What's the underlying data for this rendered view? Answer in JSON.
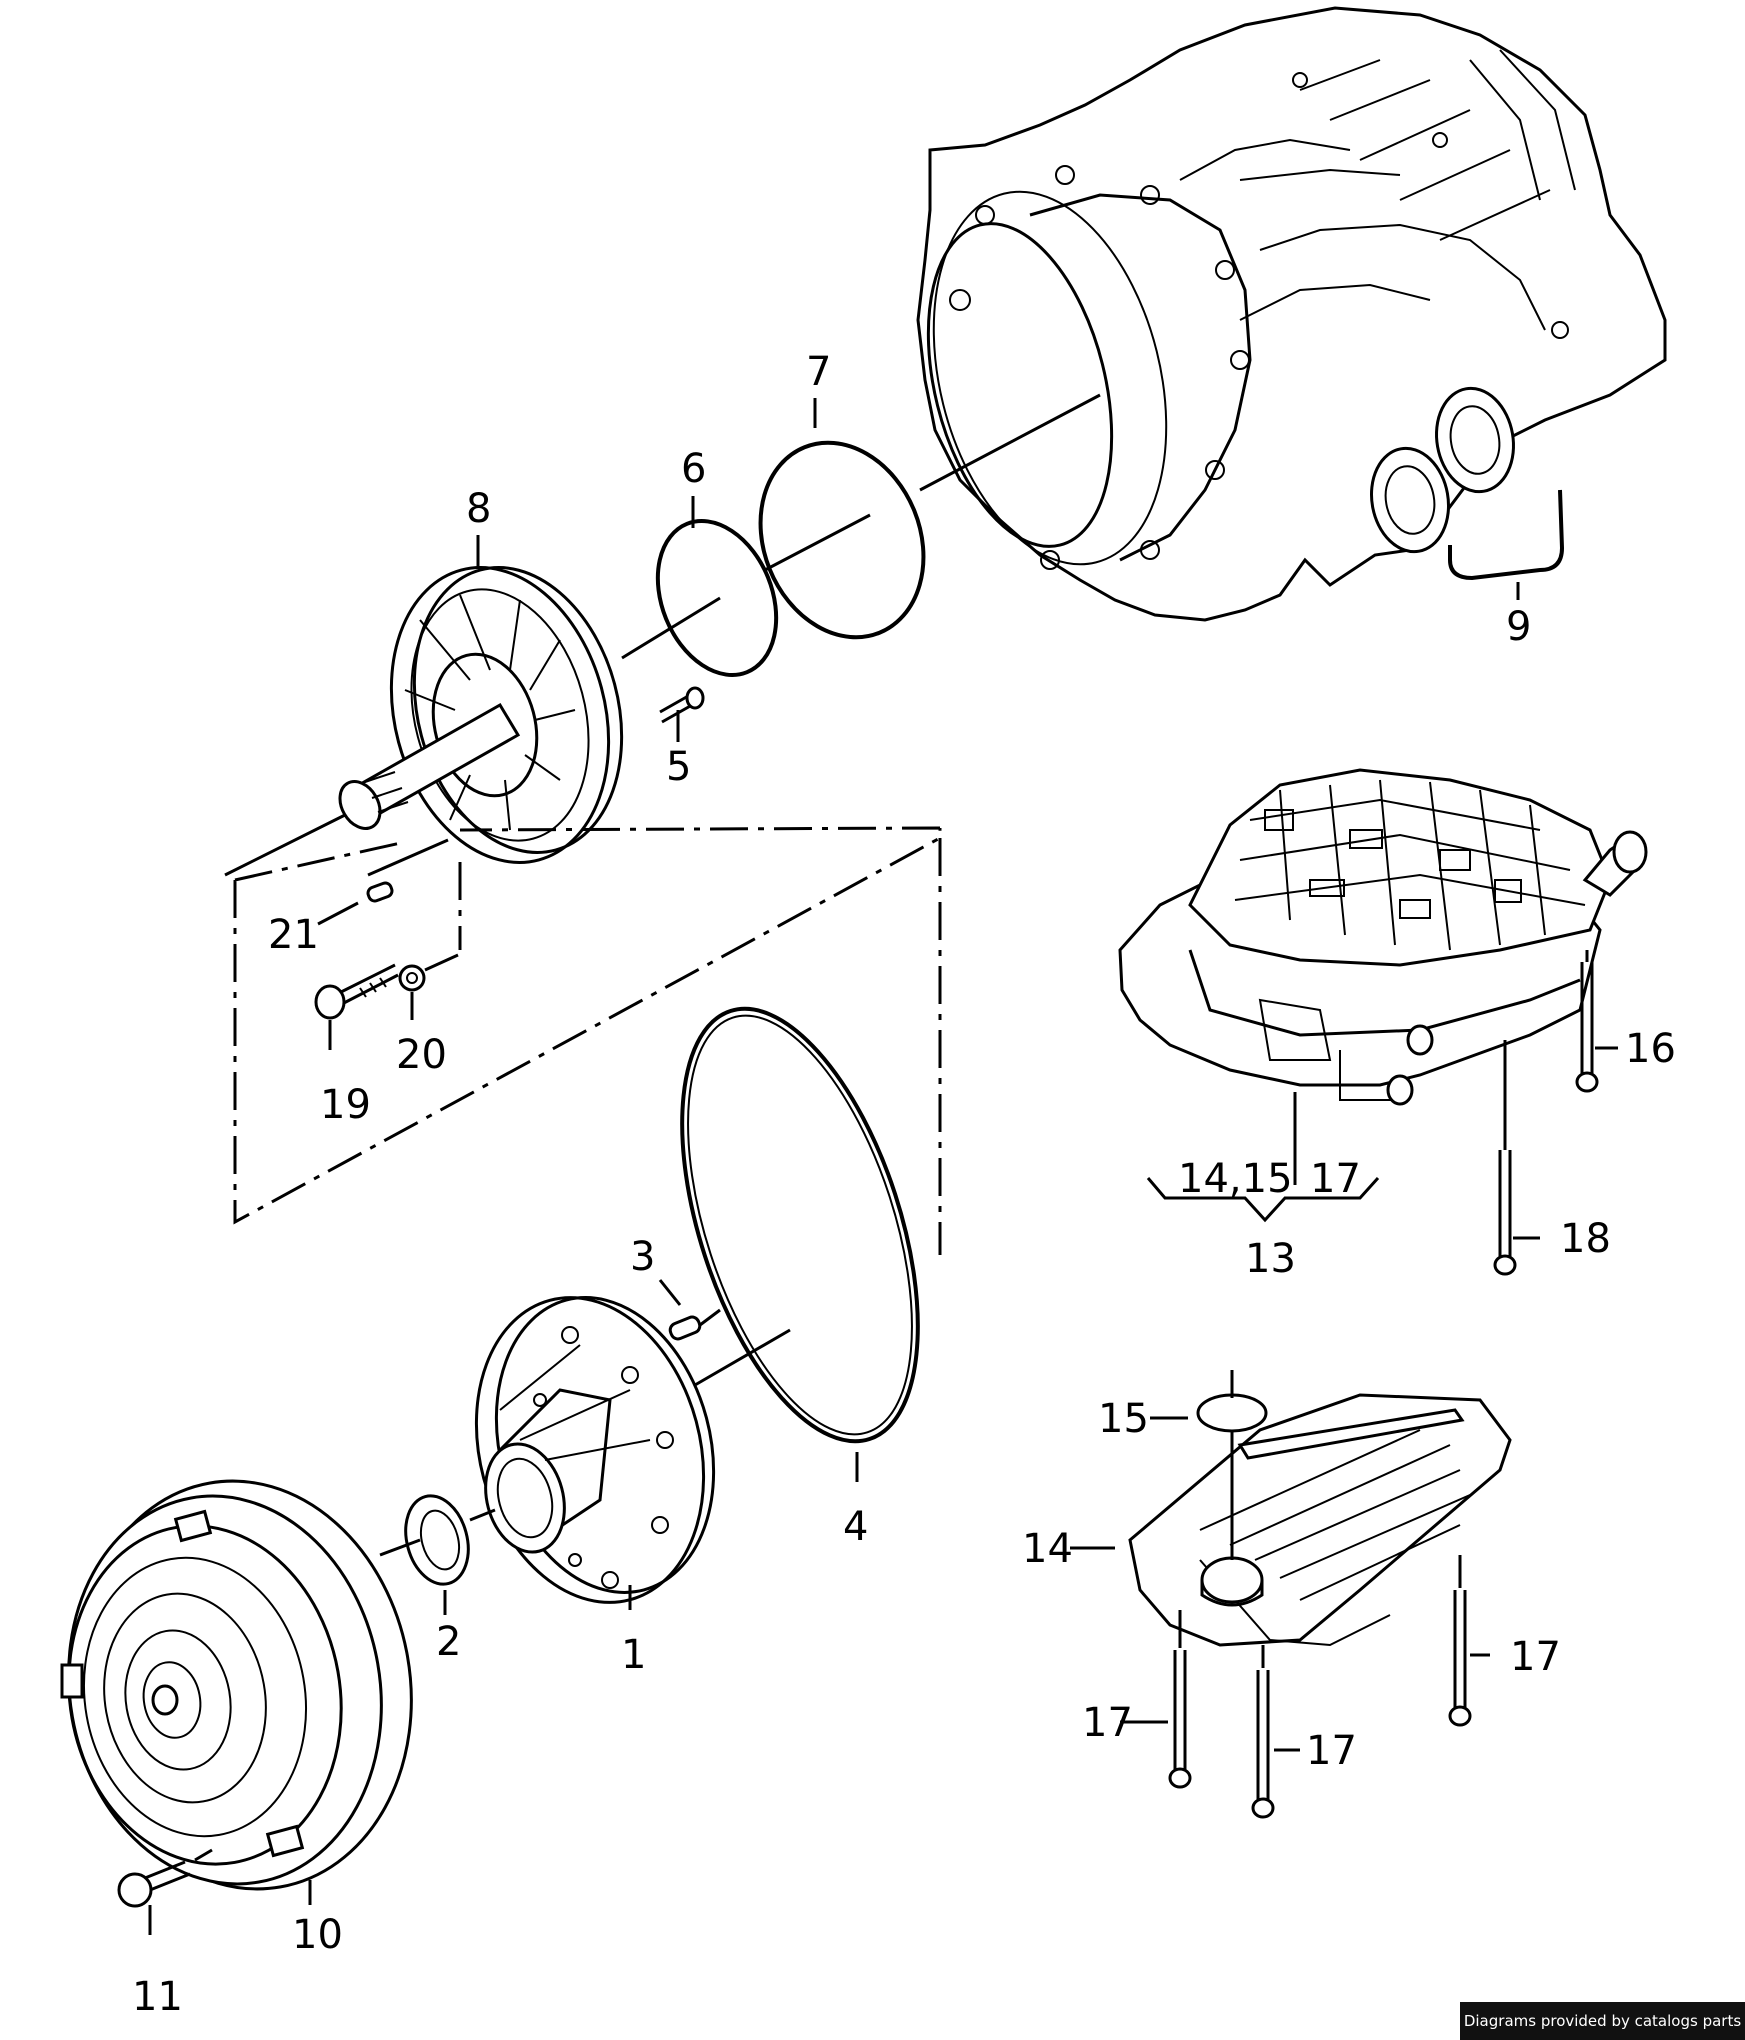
{
  "labels": {
    "p1": "1",
    "p2": "2",
    "p3": "3",
    "p4": "4",
    "p5": "5",
    "p6": "6",
    "p7": "7",
    "p8": "8",
    "p9": "9",
    "p10": "10",
    "p11": "11",
    "p13": "13",
    "p14_15": "14,15",
    "p14": "14",
    "p15": "15",
    "p16": "16",
    "p17_top": "17",
    "p17_a": "17",
    "p17_b": "17",
    "p17_c": "17",
    "p18": "18",
    "p19": "19",
    "p20": "20",
    "p21": "21"
  },
  "footer": {
    "credit": "Diagrams provided by catalogs parts"
  }
}
